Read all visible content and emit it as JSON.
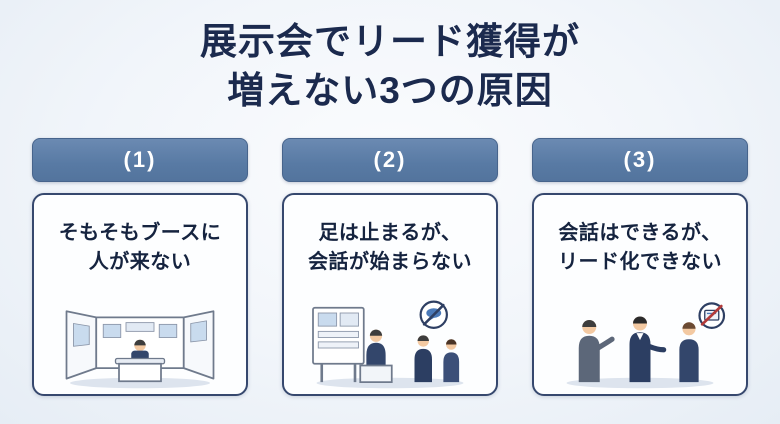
{
  "title": {
    "line1": "展示会でリード獲得が",
    "line2": "増えない3つの原因"
  },
  "cards": [
    {
      "number": "(1)",
      "line1": "そもそもブースに",
      "line2": "人が来ない",
      "illustration": "empty-exhibition-booth"
    },
    {
      "number": "(2)",
      "line1": "足は止まるが、",
      "line2": "会話が始まらない",
      "illustration": "visitors-stop-but-no-conversation"
    },
    {
      "number": "(3)",
      "line1": "会話はできるが、",
      "line2": "リード化できない",
      "illustration": "conversation-but-no-lead"
    }
  ],
  "icons": {
    "card2_icon": "no-speech-bubble-icon",
    "card3_icon": "no-lead-card-icon"
  },
  "colors": {
    "background": "#eef3f9",
    "title_text": "#1b2a4e",
    "header_bar": "#5d7fa8",
    "header_text": "#ffffff",
    "card_border": "#36486e",
    "card_background": "#fdfeff",
    "card_text": "#15233f",
    "prohibit_slash": "#2e3f63"
  }
}
